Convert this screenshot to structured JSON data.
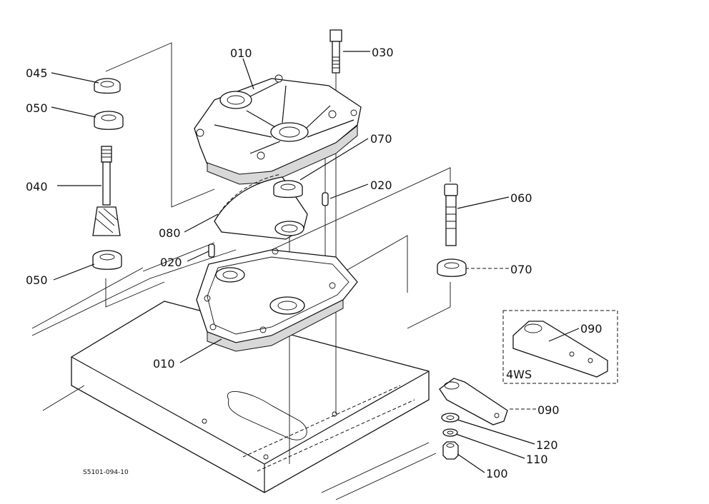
{
  "callouts": {
    "c010_top": "010",
    "c030": "030",
    "c045": "045",
    "c050_top": "050",
    "c070_mid": "070",
    "c040": "040",
    "c020_right": "020",
    "c060": "060",
    "c080": "080",
    "c020_left": "020",
    "c070_right": "070",
    "c050_bottom": "050",
    "c090_box": "090",
    "c010_bottom": "010",
    "c090": "090",
    "c120": "120",
    "c110": "110",
    "c100": "100"
  },
  "inset_label": "4WS",
  "drawing_code": "S5101-094-10"
}
